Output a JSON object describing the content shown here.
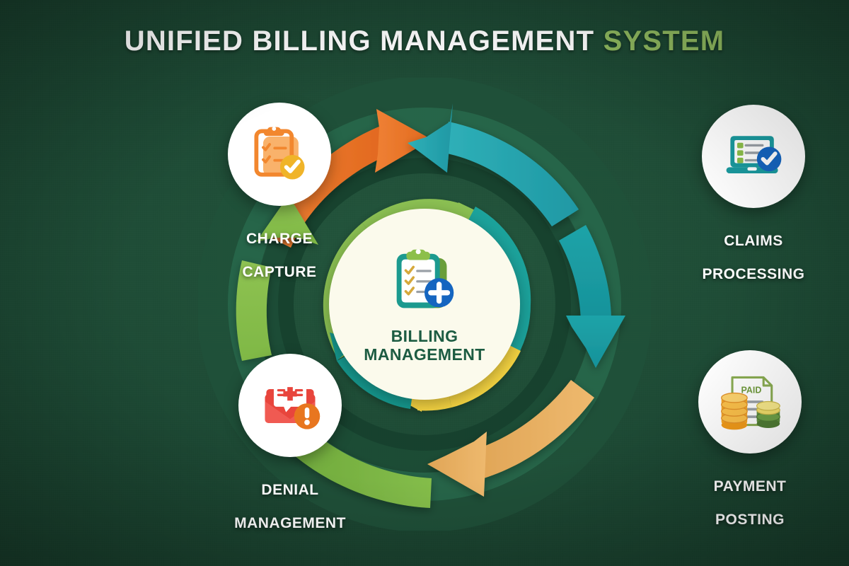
{
  "title": {
    "main": "UNIFIED BILLING MANAGEMENT",
    "accent": "SYSTEM",
    "full": "UNIFIED BILLING MANAGEMENT SYSTEM"
  },
  "colors": {
    "background": "#1d4934",
    "background_dark": "#173a29",
    "title_main": "#ffffff",
    "title_accent": "#8fb95f",
    "hub_fill": "#fbfaec",
    "hub_text": "#1d5c42",
    "node_label": "#ffffff",
    "arrow_charge_to_claims": "#e8742c",
    "arrow_claims_inbound": "#2aa8b4",
    "arrow_claims_to_payment": "#1a9a9f",
    "arrow_payment_to_denial": "#e8b163",
    "arrow_denial_to_charge": "#7cb342",
    "ring_band_outer": "#1f5c3f",
    "ring_band_mid": "#276b49",
    "ring_segment_green": "#8cc152",
    "ring_segment_teal": "#1ba39c",
    "ring_segment_yellow": "#f5d442",
    "ring_segment_teal_dark": "#17998f"
  },
  "hub": {
    "label_line1": "BILLING",
    "label_line2": "MANAGEMENT",
    "label": "BILLING MANAGEMENT",
    "icon": "clipboard-checklist-plus-icon"
  },
  "nodes": [
    {
      "id": "charge-capture",
      "label": "CHARGE\nCAPTURE",
      "line1": "CHARGE",
      "line2": "CAPTURE",
      "icon": "clipboard-check-badge-icon",
      "icon_color": "#f2872e",
      "badge_color": "#f0b429",
      "position": "top-left",
      "step": 1
    },
    {
      "id": "claims-processing",
      "label": "CLAIMS\nPROCESSING",
      "line1": "CLAIMS",
      "line2": "PROCESSING",
      "icon": "laptop-checklist-verified-icon",
      "icon_color": "#1a9a9f",
      "badge_color": "#1565c0",
      "position": "top-right",
      "step": 2
    },
    {
      "id": "payment-posting",
      "label": "PAYMENT\nPOSTING",
      "line1": "PAYMENT",
      "line2": "POSTING",
      "icon": "invoice-paid-coins-icon",
      "icon_color": "#7a9f3f",
      "badge_color": "#f0a830",
      "invoice_stamp": "PAID",
      "position": "bottom-right",
      "step": 3
    },
    {
      "id": "denial-management",
      "label": "DENIAL\nMANAGEMENT",
      "line1": "DENIAL",
      "line2": "MANAGEMENT",
      "icon": "envelope-medical-alert-icon",
      "icon_color": "#e8453c",
      "badge_color": "#e8761f",
      "position": "bottom-left",
      "step": 4
    }
  ],
  "flow_arrows": [
    {
      "id": "charge-to-claims",
      "from": "charge-capture",
      "to": "claims-processing",
      "color": "#e8742c",
      "direction": "clockwise-top-left"
    },
    {
      "id": "claims-inbound",
      "from": "top-center",
      "to": "claims-processing",
      "color": "#2aa8b4",
      "direction": "clockwise-top-right"
    },
    {
      "id": "claims-to-payment",
      "from": "claims-processing",
      "to": "payment-posting",
      "color": "#1a9a9f",
      "direction": "downward-right"
    },
    {
      "id": "payment-to-denial",
      "from": "payment-posting",
      "to": "denial-management",
      "color": "#e8b163",
      "direction": "leftward-bottom"
    },
    {
      "id": "denial-to-charge",
      "from": "denial-management",
      "to": "charge-capture",
      "color": "#7cb342",
      "direction": "upward-left"
    }
  ],
  "inner_ring_segments": [
    {
      "id": "segment-top-left",
      "color": "#8cc152"
    },
    {
      "id": "segment-top-right",
      "color": "#1ba39c"
    },
    {
      "id": "segment-bottom-right",
      "color": "#f5d442"
    },
    {
      "id": "segment-bottom-left",
      "color": "#17998f"
    }
  ]
}
